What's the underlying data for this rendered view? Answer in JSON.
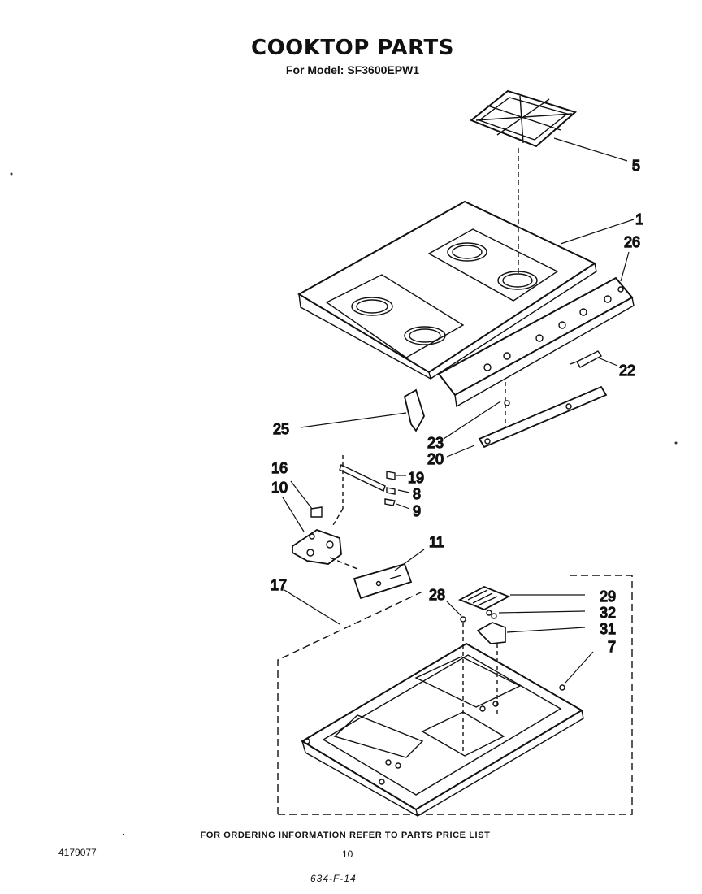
{
  "title": "COOKTOP PARTS",
  "model_label": "For Model: SF3600EPW1",
  "footer_note": "FOR ORDERING INFORMATION REFER TO PARTS PRICE LIST",
  "doc_id": "4179077",
  "page_number": "10",
  "handwritten_code": "634-F-14",
  "callouts": {
    "c5": "5",
    "c1": "1",
    "c26": "26",
    "c22": "22",
    "c25": "25",
    "c23": "23",
    "c20": "20",
    "c16": "16",
    "c19": "19",
    "c10": "10",
    "c8": "8",
    "c9": "9",
    "c11": "11",
    "c17": "17",
    "c28": "28",
    "c29": "29",
    "c32": "32",
    "c31": "31",
    "c7": "7"
  }
}
